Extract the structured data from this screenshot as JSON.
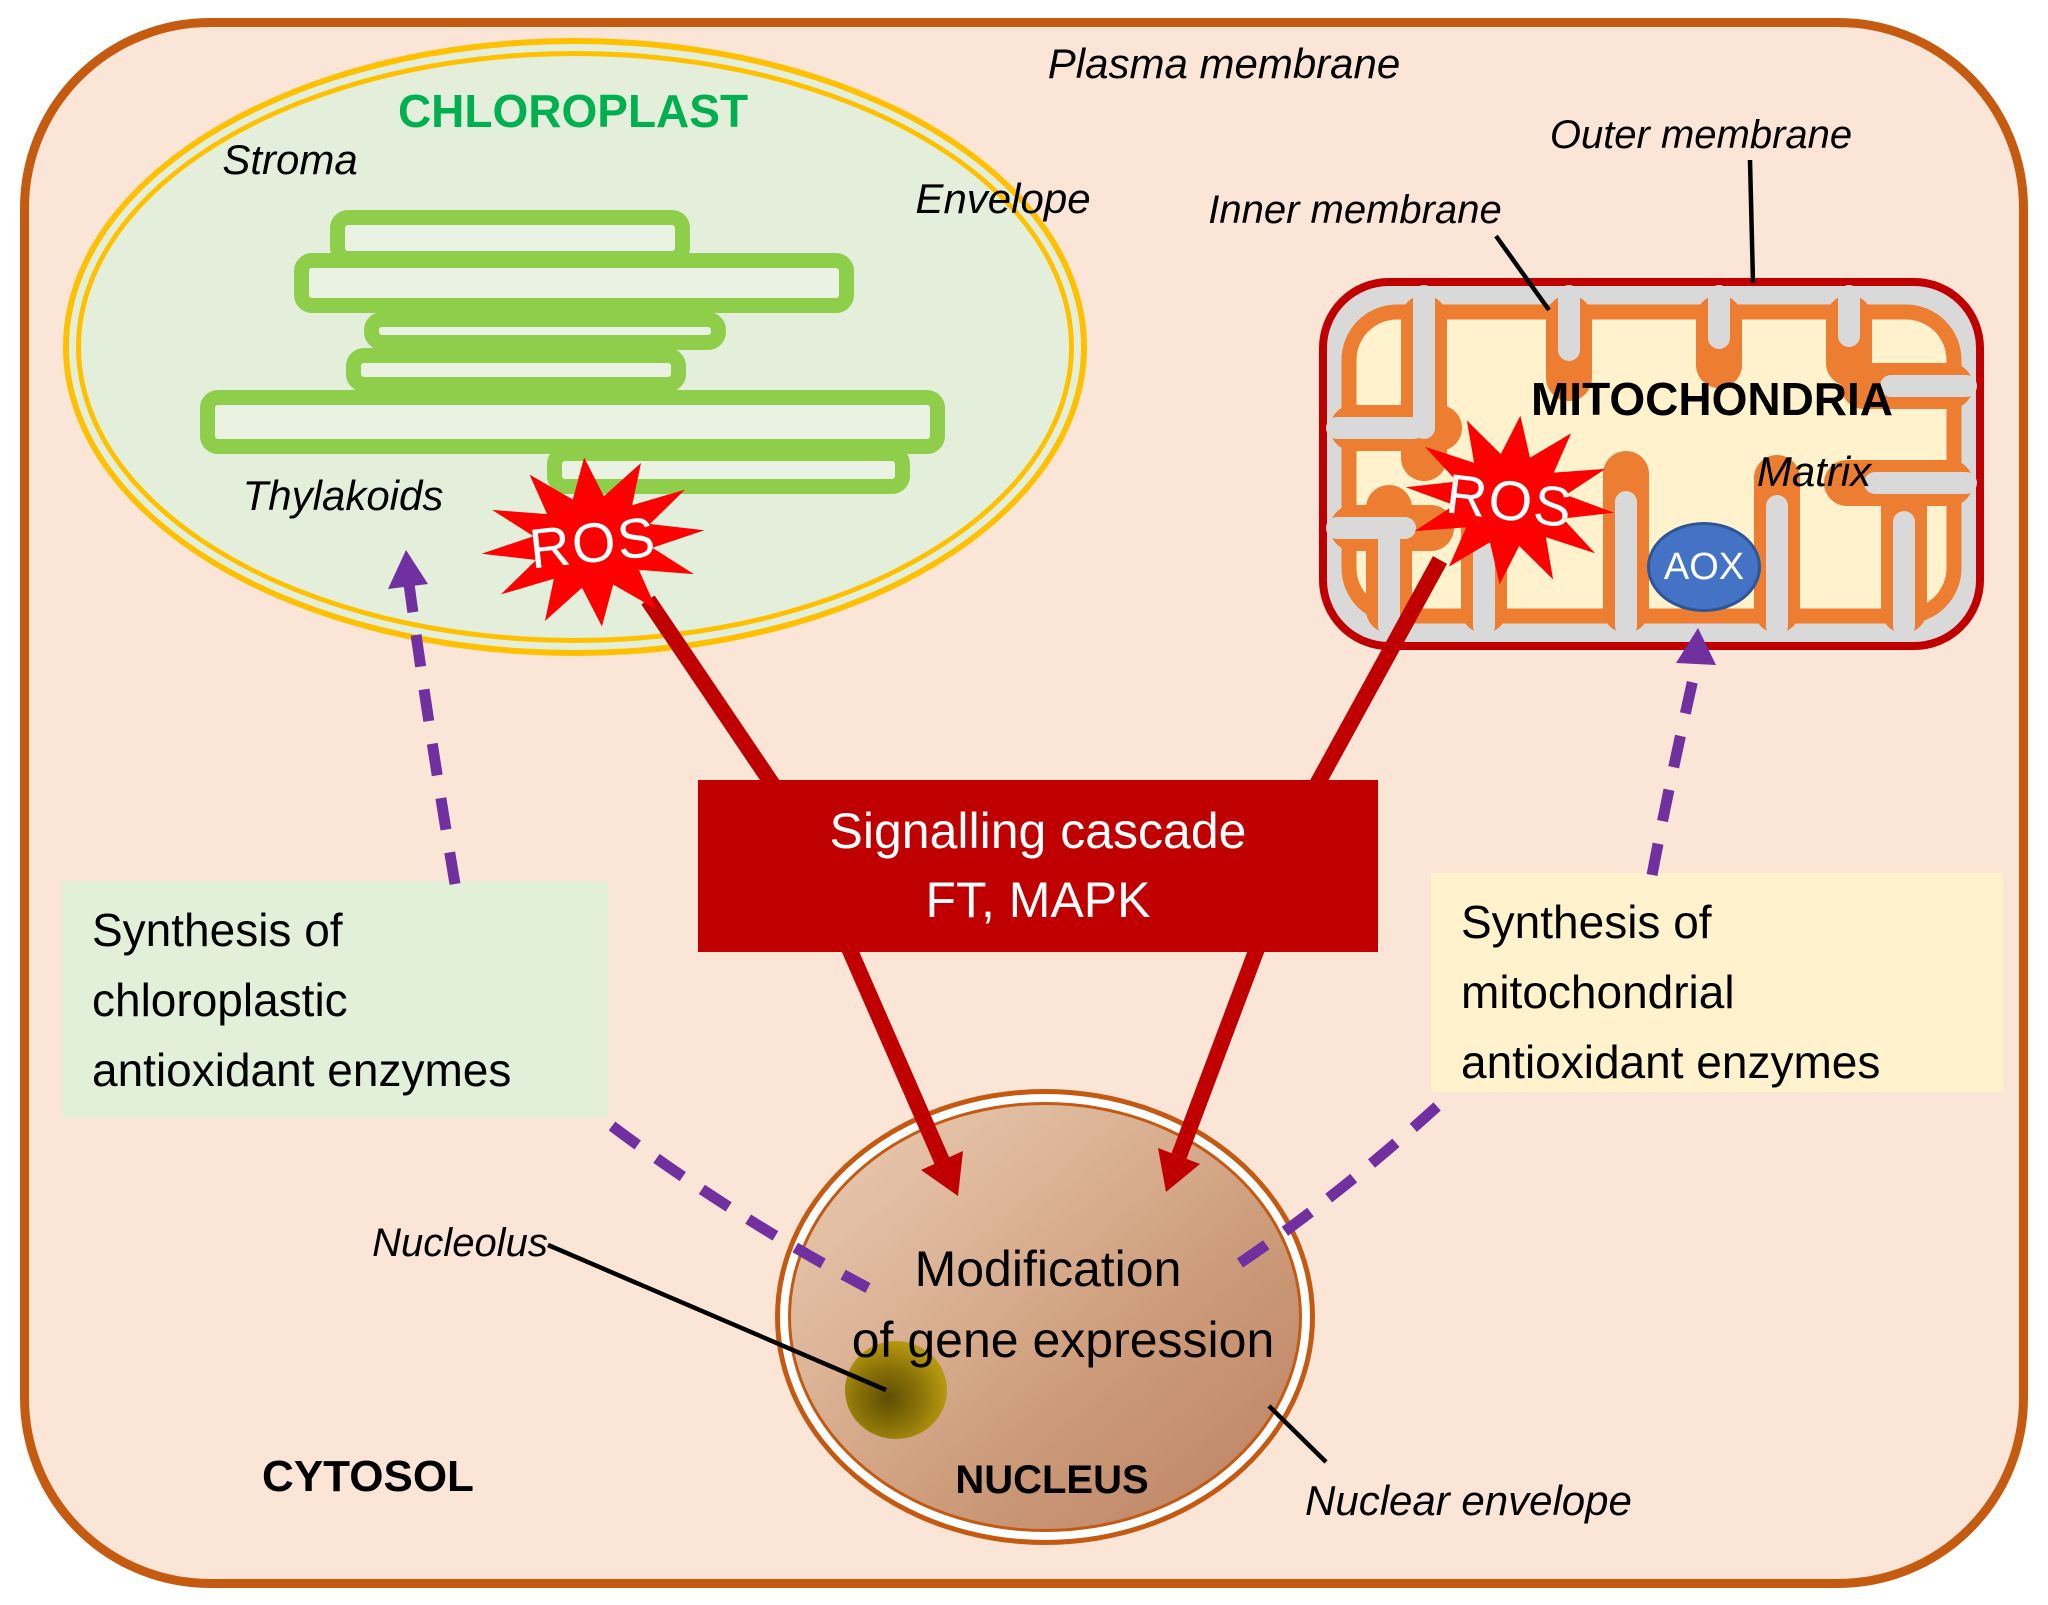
{
  "cell": {
    "plasma_membrane_label": "Plasma membrane",
    "cytosol_label": "CYTOSOL"
  },
  "chloroplast": {
    "title": "CHLOROPLAST",
    "stroma": "Stroma",
    "envelope": "Envelope",
    "thylakoids": "Thylakoids",
    "ros": "ROS"
  },
  "mitochondria": {
    "title": "MITOCHONDRIA",
    "matrix": "Matrix",
    "outer_membrane": "Outer membrane",
    "inner_membrane": "Inner membrane",
    "ros": "ROS",
    "aox": "AOX"
  },
  "nucleus": {
    "title": "NUCLEUS",
    "line1": "Modification",
    "line2": "of gene expression",
    "nucleolus": "Nucleolus",
    "nuclear_envelope": "Nuclear envelope"
  },
  "signalling_box": {
    "line1": "Signalling cascade",
    "line2": "FT, MAPK"
  },
  "chloro_synthesis_box": {
    "line1": "Synthesis of",
    "line2": "chloroplastic",
    "line3": "antioxidant enzymes"
  },
  "mito_synthesis_box": {
    "line1": "Synthesis of",
    "line2": "mitochondrial",
    "line3": "antioxidant enzymes"
  },
  "colors": {
    "cell_border": "#C55A11",
    "cell_fill": "#FBE5D6",
    "chloroplast_fill": "#E4EFDB",
    "chloroplast_envelope_gold": "#FFC000",
    "thylakoid_green": "#8FCE4A",
    "mito_outer_membrane_red": "#C00000",
    "mito_intermembrane_gray": "#D9D9D9",
    "mito_cristae_orange": "#ED7D31",
    "mito_matrix_cream": "#FFF2CC",
    "ros_star_red": "#FE0000",
    "signalling_box_red": "#C00000",
    "aox_blue": "#4472C4",
    "dashed_arrow_purple": "#7030A0",
    "nucleus_border_orange": "#C45A12",
    "green_box_fill": "#E2EFD9",
    "yellow_box_fill": "#FFF2CC"
  }
}
